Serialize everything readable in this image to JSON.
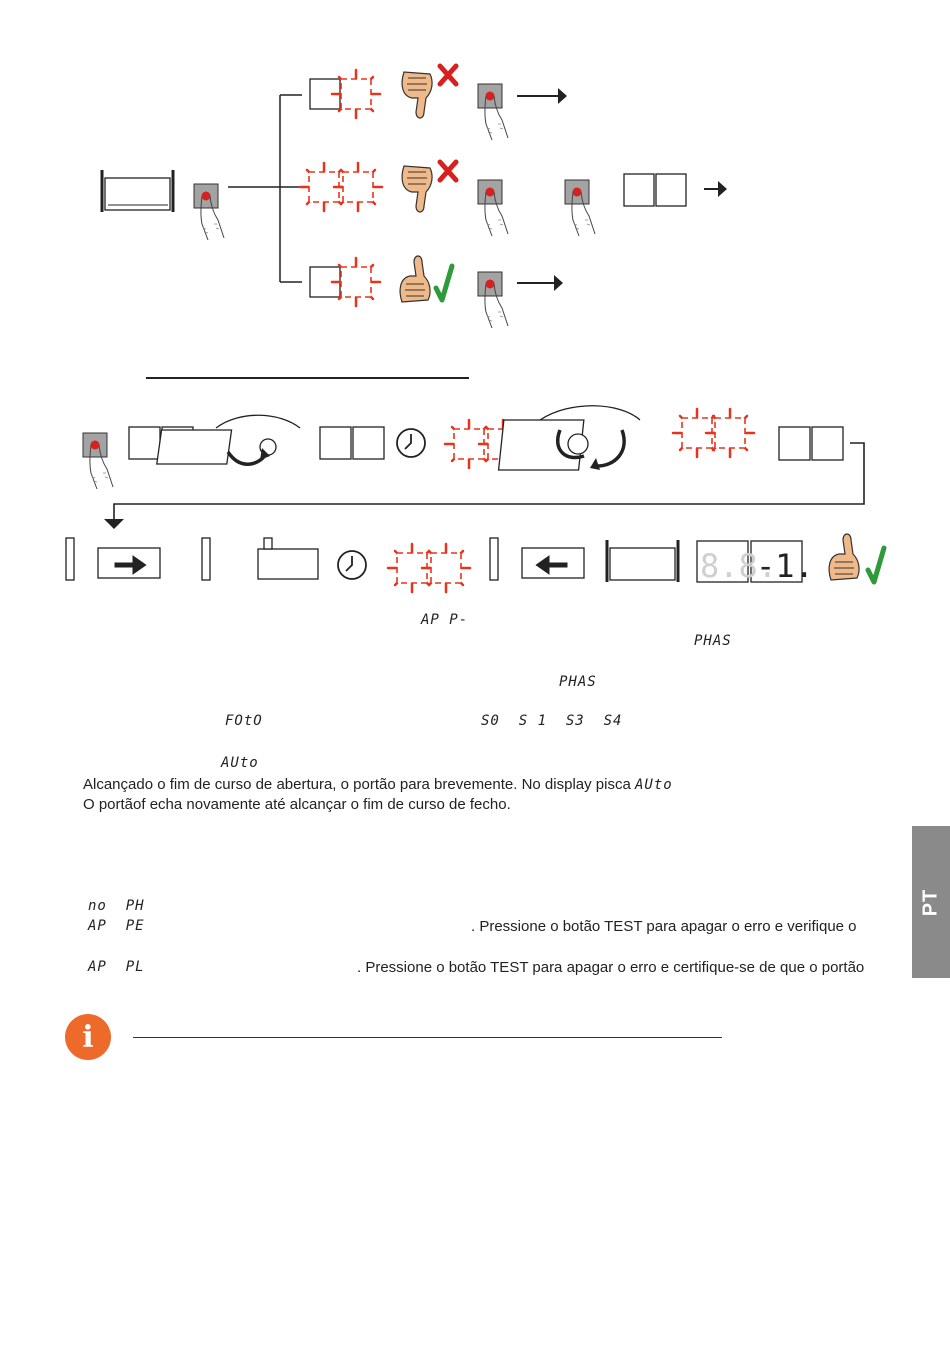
{
  "page": {
    "language_tab": "PT"
  },
  "colors": {
    "blink": "#e8341c",
    "button": "#999999",
    "button_dot": "#d8201f",
    "check": "#2e9a3a",
    "cross": "#d8201f",
    "skin": "#f0b98a",
    "info": "#ee6a2a",
    "tab": "#8a8a8a"
  },
  "icons": {
    "thumbs_down": "thumbs-down-icon",
    "thumbs_up": "thumbs-up-icon",
    "check": "check-mark-icon",
    "cross": "cross-mark-icon",
    "clock": "clock-icon",
    "info": "info-icon",
    "arrow": "arrow-right-icon",
    "finger": "finger-press-icon"
  },
  "displays": {
    "app_p": "AP P-",
    "phas_1": "PHAS",
    "phas_2": "PHAS",
    "foto": "FOtO",
    "s_codes": "S0  S 1  S3  S4",
    "auto_1": "AUto",
    "auto_2": "AUto",
    "no_ph": "no  PH",
    "ap_pe": "AP  PE",
    "ap_pl": "AP  PL",
    "digits_left": "8.8.",
    "digits_right": "-1."
  },
  "text": {
    "line1_prefix": "Alcançado o fim de curso de abertura, o portão para brevemente. No display pisca ",
    "line2": "O portãof echa novamente até alcançar o fim de curso de fecho.",
    "pe_fragment": ". Pressione o botão TEST para apagar o erro e verifique o",
    "pl_fragment": ". Pressione o botão TEST para apagar o erro e certifique-se de que o portão"
  },
  "info": {
    "glyph": "i"
  }
}
